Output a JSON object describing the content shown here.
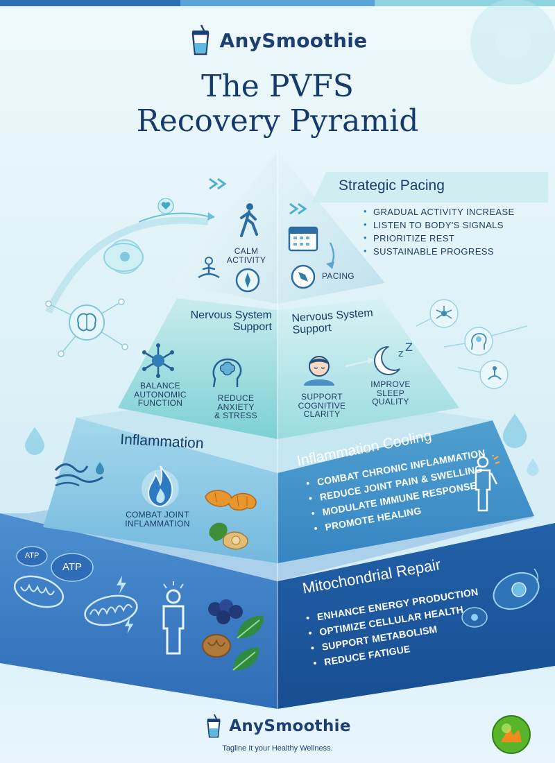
{
  "colors": {
    "navy": "#163a6a",
    "tier1": "#e4f4f8",
    "tier2": "#7fd0d8",
    "tier3": "#4c9fcf",
    "tier4": "#1f5fa8",
    "accent": "#2e7fb8"
  },
  "brand": {
    "name": "AnySmoothie",
    "tagline": "Tagline It your Healthy Wellness."
  },
  "title": {
    "line1": "The PVFS",
    "line2": "Recovery Pyramid"
  },
  "pacing": {
    "heading": "Strategic Pacing",
    "items": [
      "GRADUAL ACTIVITY INCREASE",
      "LISTEN TO BODY'S SIGNALS",
      "PRIORITIZE REST",
      "SUSTAINABLE PROGRESS"
    ],
    "left_caption": "CALM\nACTIVITY",
    "right_caption": "PACING"
  },
  "nervous": {
    "left_heading": "Nervous System\nSupport",
    "right_heading": "Nervous System\nSupport",
    "captions": [
      "BALANCE\nAUTONOMIC\nFUNCTION",
      "REDUCE\nANXIETY\n& STRESS",
      "SUPPORT\nCOGNITIVE\nCLARITY",
      "IMPROVE\nSLEEP\nQUALITY"
    ]
  },
  "inflammation": {
    "left_heading": "Inflammation",
    "right_heading": "Inflammation Cooling",
    "caption": "COMBAT JOINT\nINFLAMMATION",
    "items": [
      "COMBAT CHRONIC INFLAMMATION",
      "REDUCE JOINT PAIN & SWELLING",
      "MODULATE IMMUNE RESPONSE",
      "PROMOTE HEALING"
    ]
  },
  "mitochondrial": {
    "heading": "Mitochondrial Repair",
    "atp_labels": [
      "ATP",
      "ATP"
    ],
    "items": [
      "ENHANCE ENERGY PRODUCTION",
      "OPTIMIZE CELLULAR HEALTH",
      "SUPPORT METABOLISM",
      "REDUCE FATIGUE"
    ]
  },
  "icons": [
    "cup-logo-icon",
    "walking-person-icon",
    "meditation-icon",
    "compass-icon",
    "calendar-icon",
    "heart-icon",
    "neuron-icon",
    "brain-icon",
    "sleeping-face-icon",
    "moon-sleep-icon",
    "wave-icon",
    "flame-icon",
    "turmeric-icon",
    "ginger-icon",
    "mitochondria-icon",
    "person-glow-icon",
    "blueberries-icon",
    "spinach-icon",
    "walnut-icon",
    "cell-icon",
    "water-drop-icon",
    "corner-badge-icon"
  ]
}
